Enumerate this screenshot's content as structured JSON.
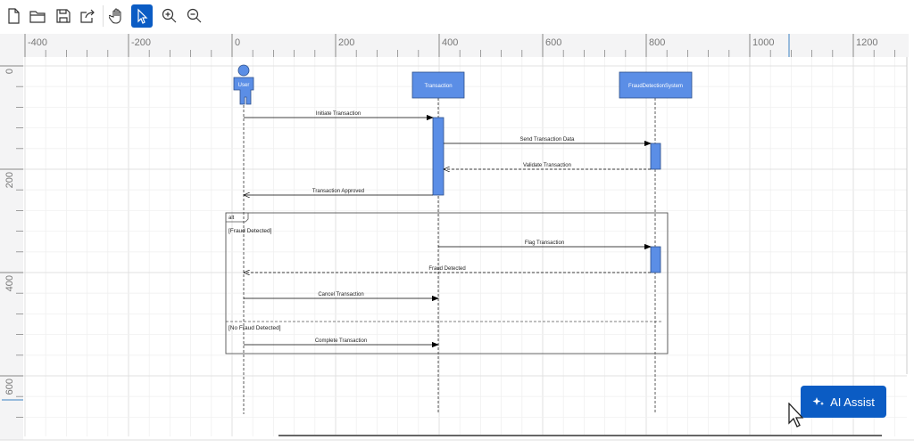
{
  "toolbar": {
    "items": [
      {
        "name": "new-file",
        "icon": "file-icon"
      },
      {
        "name": "open",
        "icon": "folder-icon"
      },
      {
        "name": "save",
        "icon": "save-icon"
      },
      {
        "name": "export",
        "icon": "export-icon"
      },
      {
        "name": "pan",
        "icon": "hand-icon"
      },
      {
        "name": "select",
        "icon": "pointer-icon",
        "active": true
      },
      {
        "name": "zoom-in",
        "icon": "zoom-in-icon"
      },
      {
        "name": "zoom-out",
        "icon": "zoom-out-icon"
      }
    ],
    "accent": "#0b5cc4"
  },
  "rulers": {
    "horizontal": [
      "-400",
      "-200",
      "0",
      "200",
      "400",
      "600",
      "800",
      "1000",
      "1200"
    ],
    "vertical": [
      "0",
      "200",
      "400",
      "600"
    ]
  },
  "diagram": {
    "participants": {
      "user": "User",
      "transaction": "Transaction",
      "fraud": "FraudDetectionSystem"
    },
    "messages": {
      "m1": "Initiate Transaction",
      "m2": "Send Transaction Data",
      "m3": "Validate Transaction",
      "m4": "Transaction Approved",
      "m5": "Flag Transaction",
      "m6": "Fraud Detected",
      "m7": "Cancel Transaction",
      "m8": "Complete Transaction"
    },
    "fragment": {
      "type": "alt",
      "guard1": "[Fraud Detected]",
      "guard2": "[No Fraud Detected]"
    },
    "fill": "#5b8ee6"
  },
  "ai_assist": {
    "label": "AI Assist"
  }
}
